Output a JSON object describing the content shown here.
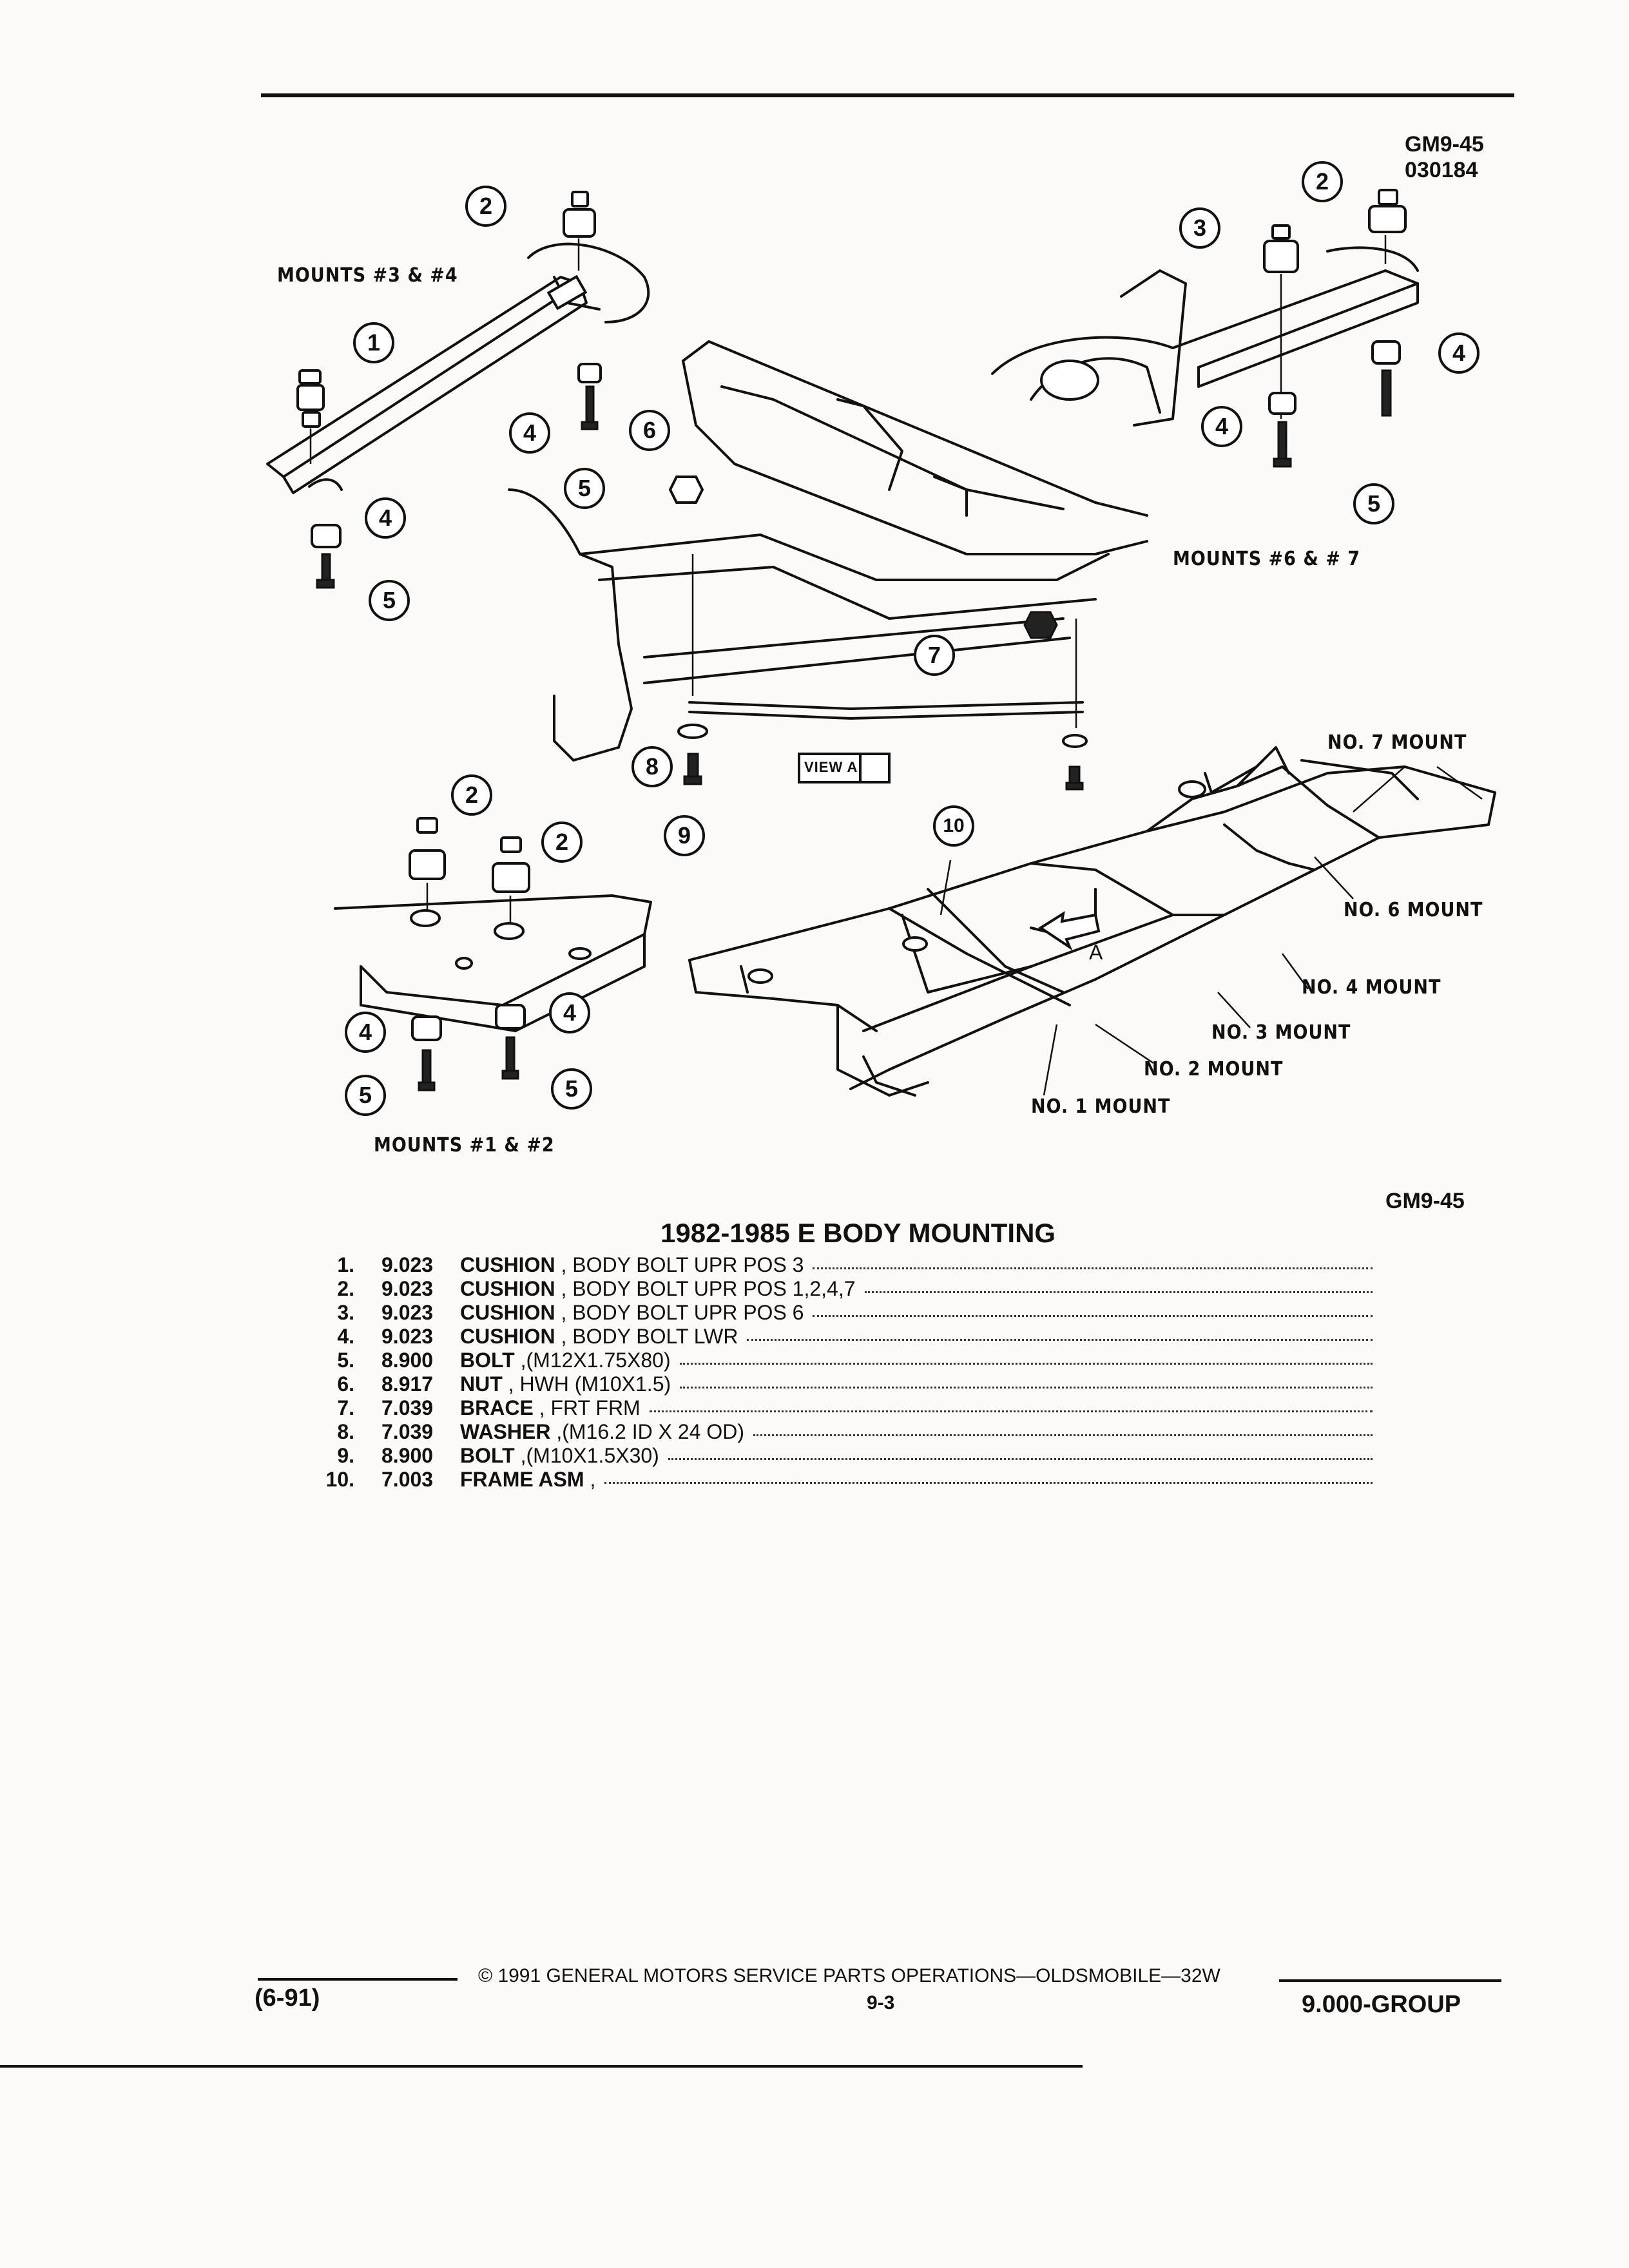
{
  "figure": {
    "code_top": "GM9-45",
    "date_top": "030184",
    "code_bottom": "GM9-45"
  },
  "labels": {
    "mounts_3_4": "MOUNTS #3 & #4",
    "mounts_6_7": "MOUNTS #6 & # 7",
    "mounts_1_2": "MOUNTS #1 & #2",
    "view_a": "VIEW A",
    "arrow_a": "A",
    "no7": "NO. 7 MOUNT",
    "no6": "NO. 6 MOUNT",
    "no4": "NO. 4 MOUNT",
    "no3": "NO. 3 MOUNT",
    "no2": "NO. 2 MOUNT",
    "no1": "NO. 1 MOUNT"
  },
  "callouts": {
    "c1": "1",
    "c2": "2",
    "c3": "3",
    "c4": "4",
    "c5": "5",
    "c6": "6",
    "c7": "7",
    "c8": "8",
    "c9": "9",
    "c10": "10"
  },
  "title": "1982-1985 E BODY MOUNTING",
  "parts": [
    {
      "num": "1.",
      "group": "9.023",
      "name": "CUSHION",
      "desc": " , BODY BOLT UPR POS 3"
    },
    {
      "num": "2.",
      "group": "9.023",
      "name": "CUSHION",
      "desc": " , BODY BOLT UPR POS 1,2,4,7"
    },
    {
      "num": "3.",
      "group": "9.023",
      "name": "CUSHION",
      "desc": " , BODY BOLT UPR POS 6"
    },
    {
      "num": "4.",
      "group": "9.023",
      "name": "CUSHION",
      "desc": " , BODY BOLT LWR"
    },
    {
      "num": "5.",
      "group": "8.900",
      "name": "BOLT",
      "desc": " ,(M12X1.75X80)"
    },
    {
      "num": "6.",
      "group": "8.917",
      "name": "NUT",
      "desc": " , HWH (M10X1.5)"
    },
    {
      "num": "7.",
      "group": "7.039",
      "name": "BRACE",
      "desc": " , FRT FRM"
    },
    {
      "num": "8.",
      "group": "7.039",
      "name": "WASHER",
      "desc": " ,(M16.2 ID X 24 OD)"
    },
    {
      "num": "9.",
      "group": "8.900",
      "name": "BOLT",
      "desc": " ,(M10X1.5X30)"
    },
    {
      "num": "10.",
      "group": "7.003",
      "name": "FRAME ASM",
      "desc": " ,"
    }
  ],
  "footer": {
    "copyright": "© 1991 GENERAL MOTORS SERVICE PARTS OPERATIONS—OLDSMOBILE—32W",
    "date_code": "(6-91)",
    "page": "9-3",
    "group": "9.000-GROUP"
  }
}
